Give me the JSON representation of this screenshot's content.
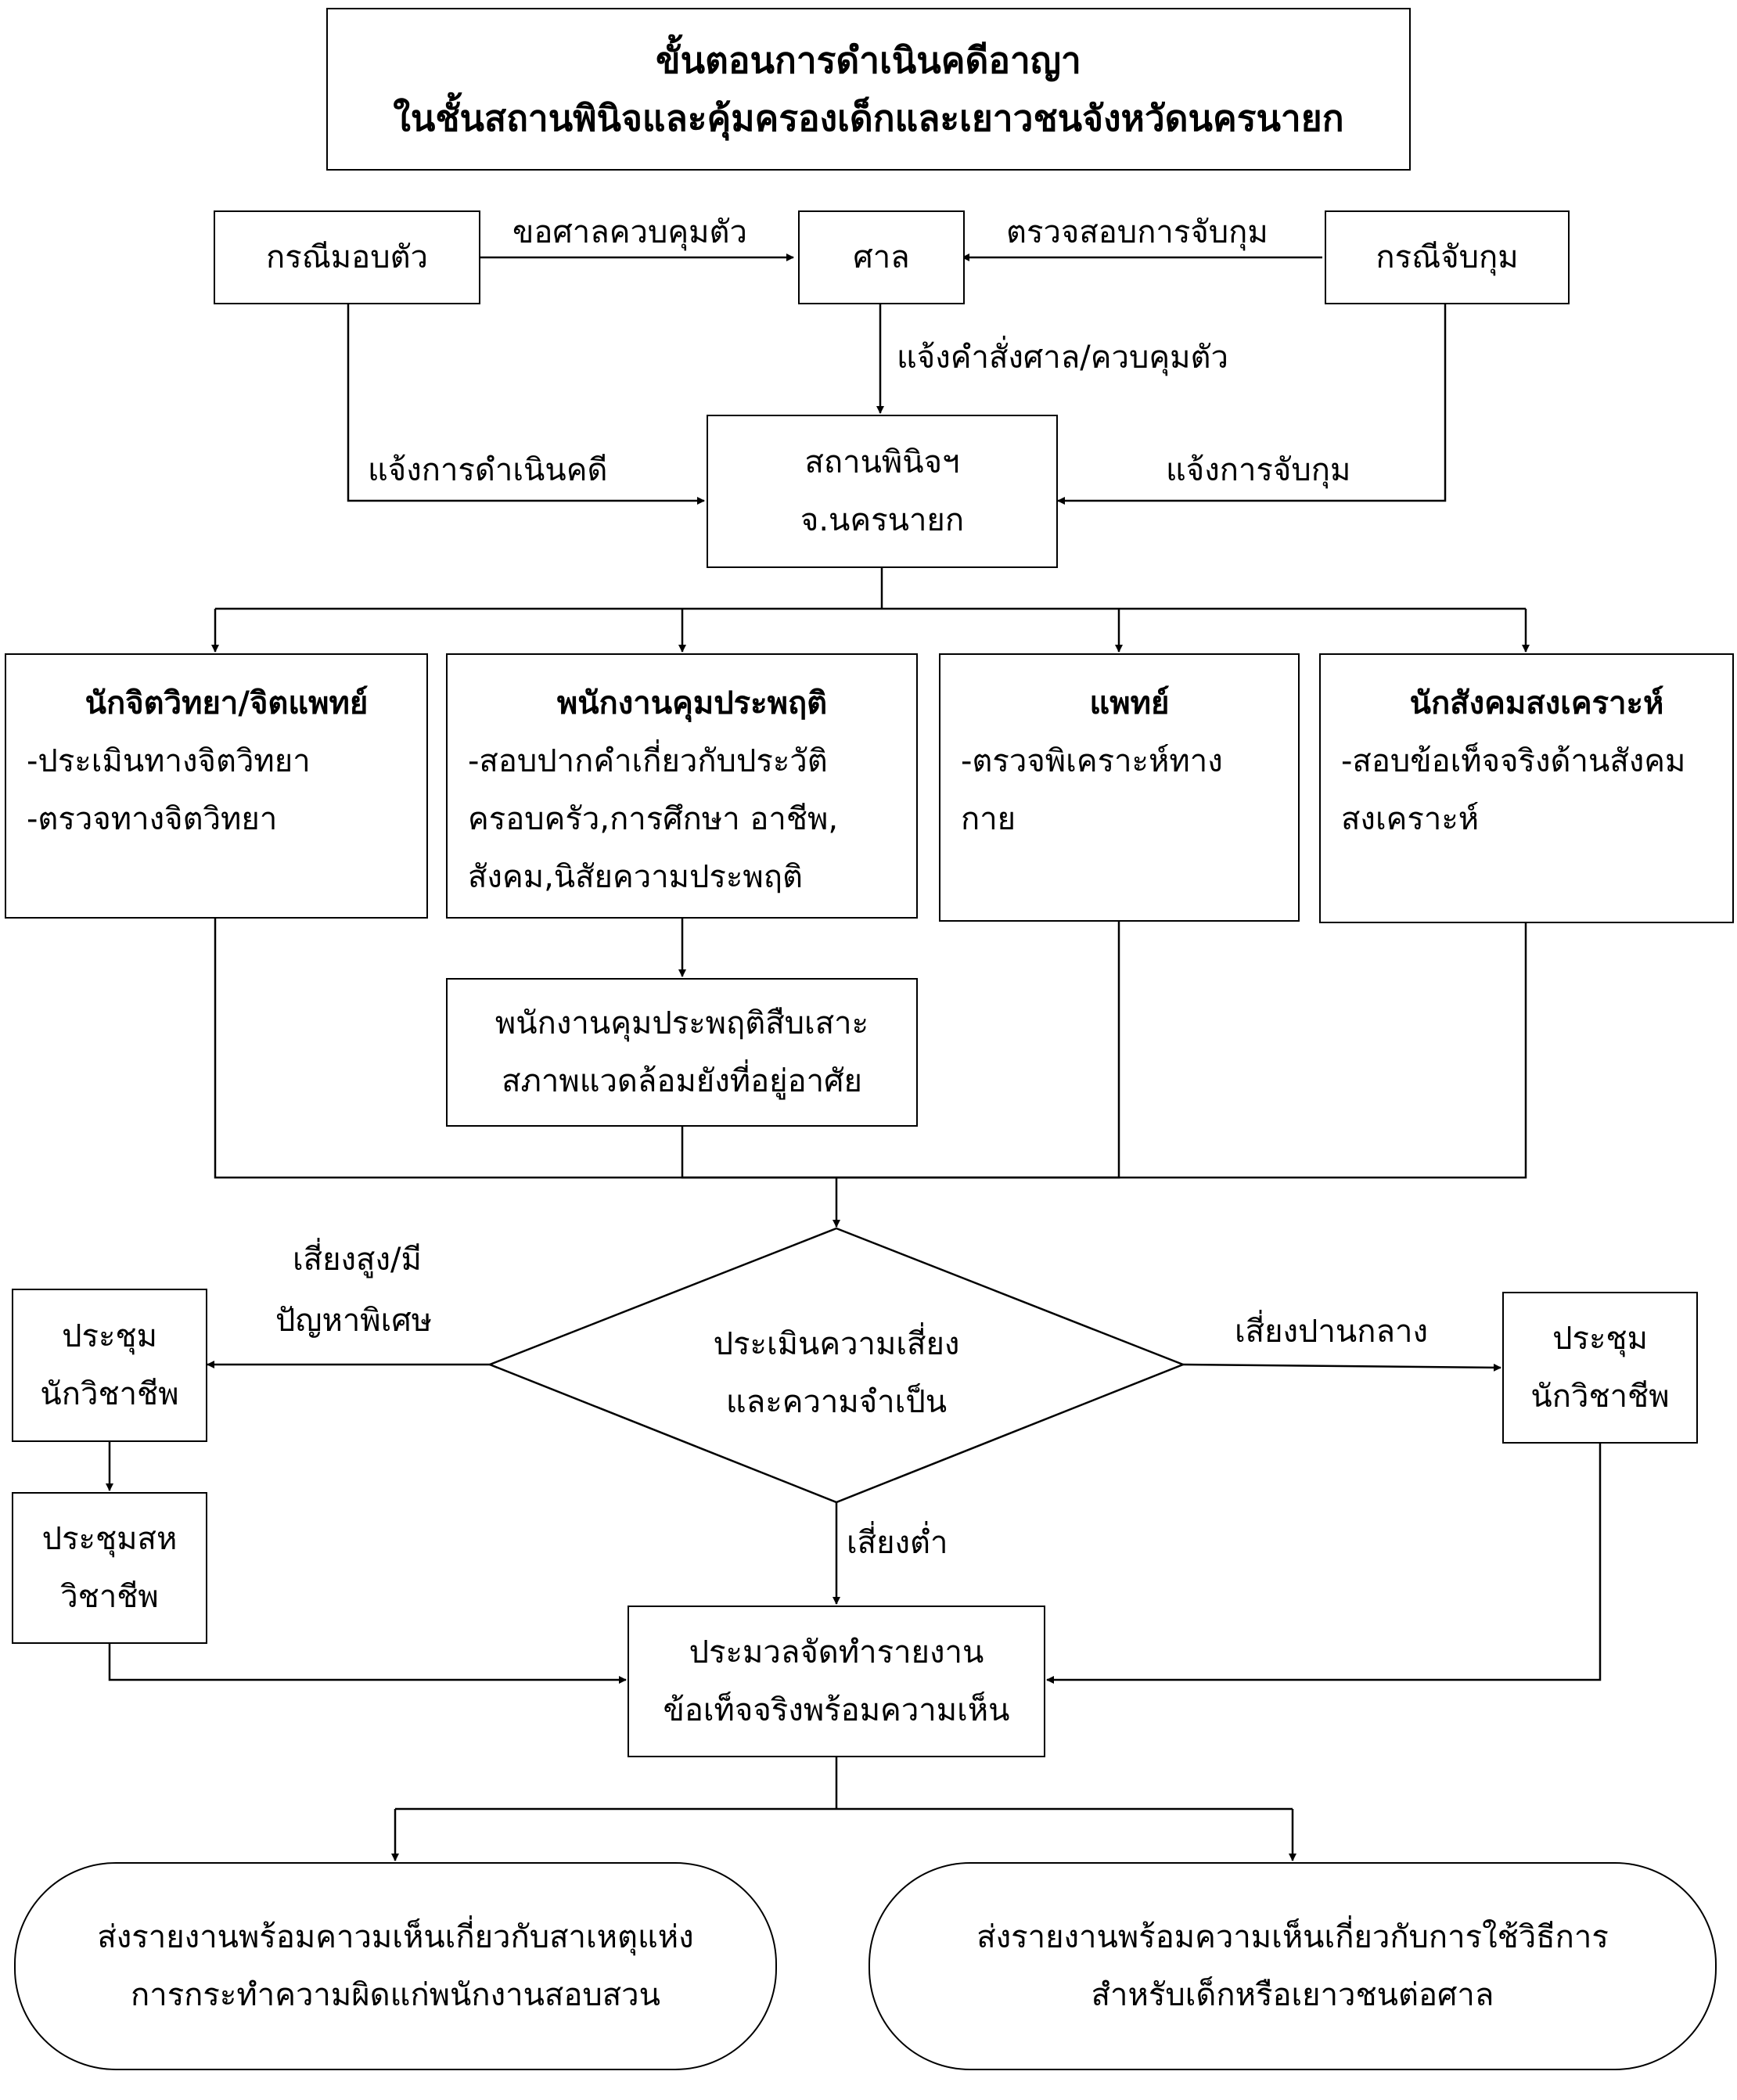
{
  "title": {
    "line1": "ขั้นตอนการดำเนินคดีอาญา",
    "line2": "ในชั้นสถานพินิจและคุ้มครองเด็กและเยาวชนจังหวัดนครนายก"
  },
  "nodes": {
    "surrender": "กรณีมอบตัว",
    "court": "ศาล",
    "arrest": "กรณีจับกุม",
    "center_line1": "สถานพินิจฯ",
    "center_line2": "จ.นครนายก",
    "psych": {
      "title": "นักจิตวิทยา/จิตแพทย์",
      "lines": [
        "-ประเมินทางจิตวิทยา",
        "-ตรวจทางจิตวิทยา"
      ]
    },
    "probation": {
      "title": "พนักงานคุมประพฤติ",
      "lines": [
        "-สอบปากคำเกี่ยวกับประวัติ",
        "ครอบครัว,การศึกษา อาชีพ,",
        "สังคม,นิสัยความประพฤติ"
      ]
    },
    "doctor": {
      "title": "แพทย์",
      "lines": [
        "-ตรวจพิเคราะห์ทาง",
        "กาย"
      ]
    },
    "social": {
      "title": "นักสังคมสงเคราะห์",
      "lines": [
        "-สอบข้อเท็จจริงด้านสังคม",
        "สงเคราะห์"
      ]
    },
    "home_visit_line1": "พนักงานคุมประพฤติสืบเสาะ",
    "home_visit_line2": "สภาพแวดล้อมยังที่อยู่อาศัย",
    "assess_line1": "ประเมินความเสี่ยง",
    "assess_line2": "และความจำเป็น",
    "meeting_left_line1": "ประชุม",
    "meeting_left_line2": "นักวิชาชีพ",
    "multi_line1": "ประชุมสห",
    "multi_line2": "วิชาชีพ",
    "meeting_right_line1": "ประชุม",
    "meeting_right_line2": "นักวิชาชีพ",
    "report_line1": "ประมวลจัดทำรายงาน",
    "report_line2": "ข้อเท็จจริงพร้อมความเห็น",
    "out_left_line1": "ส่งรายงานพร้อมคาวมเห็นเกี่ยวกับสาเหตุแห่ง",
    "out_left_line2": "การกระทำความผิดแก่พนักงานสอบสวน",
    "out_right_line1": "ส่งรายงานพร้อมความเห็นเกี่ยวกับการใช้วิธีการ",
    "out_right_line2": "สำหรับเด็กหรือเยาวชนต่อศาล"
  },
  "edge_labels": {
    "ask_court": "ขอศาลควบคุมตัว",
    "check_arrest": "ตรวจสอบการจับกุม",
    "court_order": "แจ้งคำสั่งศาล/ควบคุมตัว",
    "notify_case": "แจ้งการดำเนินคดี",
    "notify_arrest": "แจ้งการจับกุม",
    "high_risk_line1": "เสี่ยงสูง/มี",
    "high_risk_line2": "ปัญหาพิเศษ",
    "medium_risk": "เสี่ยงปานกลาง",
    "low_risk": "เสี่ยงต่ำ"
  }
}
